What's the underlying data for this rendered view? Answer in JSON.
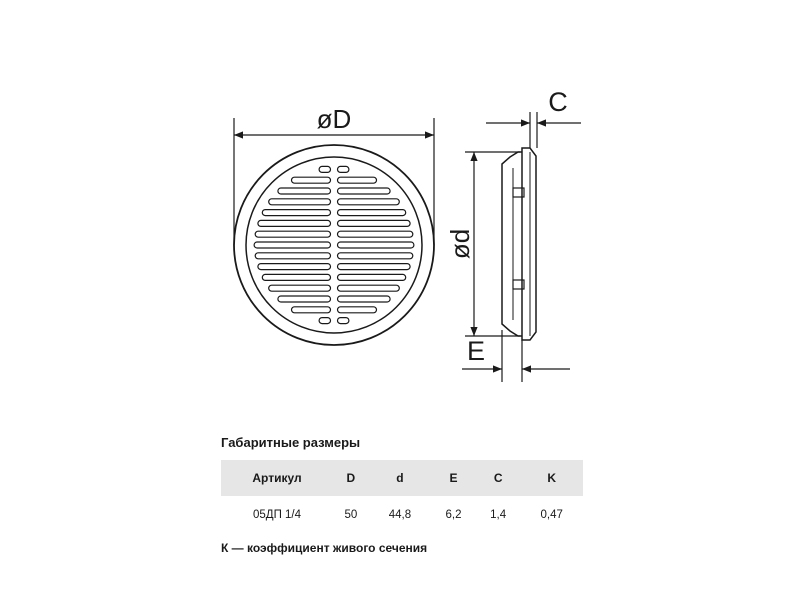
{
  "drawing": {
    "labels": {
      "outer_diameter": "øD",
      "inner_diameter": "ød",
      "flange_thickness": "C",
      "insert_depth": "E"
    }
  },
  "section_title": "Габаритные размеры",
  "table": {
    "headers": [
      "Артикул",
      "D",
      "d",
      "E",
      "C",
      "K"
    ],
    "rows": [
      [
        "05ДП 1/4",
        "50",
        "44,8",
        "6,2",
        "1,4",
        "0,47"
      ]
    ]
  },
  "footnote": "К — коэффициент живого сечения"
}
